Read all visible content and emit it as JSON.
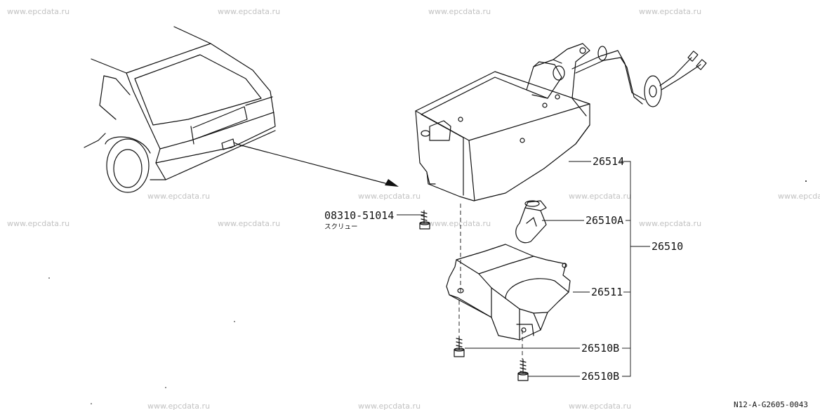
{
  "watermark": "www.epcdata.ru",
  "diagram_ref": "N12-A-G2605-0043",
  "callouts": {
    "screw": "08310-51014",
    "screw_name": "スクリュー",
    "lens_body": "26514",
    "bulb": "26510A",
    "assembly": "26510",
    "housing": "26511",
    "screw_b1": "26510B",
    "screw_b2": "26510B"
  }
}
